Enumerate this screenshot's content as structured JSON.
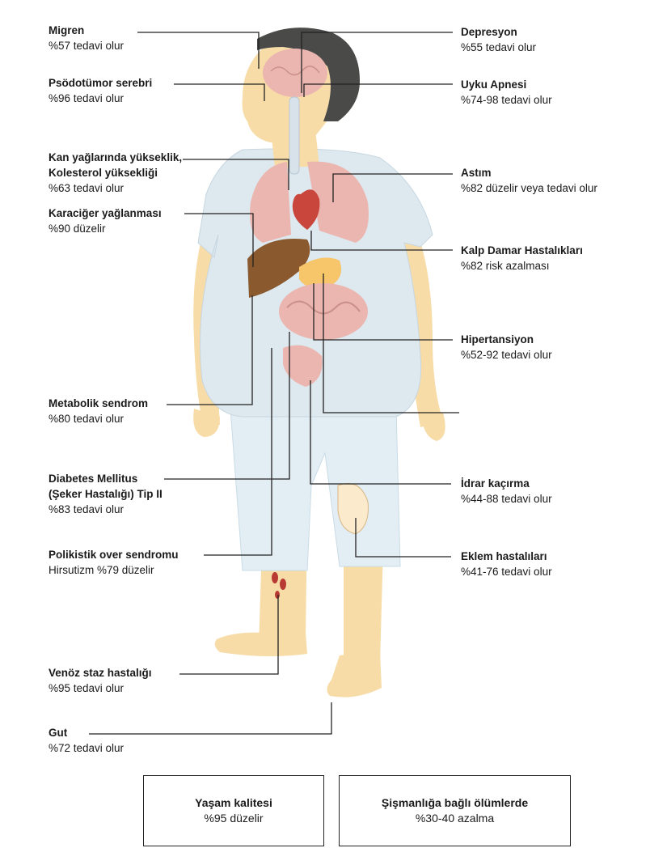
{
  "labels": {
    "migren": {
      "title": "Migren",
      "sub": "%57 tedavi olur"
    },
    "psodotumor": {
      "title": "Psödotümor serebri",
      "sub": "%96 tedavi olur"
    },
    "kolesterol": {
      "title1": "Kan yağlarında yükseklik,",
      "title2": "Kolesterol yüksekliği",
      "sub": "%63 tedavi olur"
    },
    "karaciger": {
      "title": "Karaciğer yağlanması",
      "sub": "%90 düzelir"
    },
    "metabolik": {
      "title": "Metabolik sendrom",
      "sub": "%80 tedavi olur"
    },
    "diabetes": {
      "title1": "Diabetes Mellitus",
      "title2": "(Şeker Hastalığı) Tip II",
      "sub": "%83 tedavi olur"
    },
    "polikistik": {
      "title": "Polikistik over sendromu",
      "sub": "Hirsutizm %79 düzelir"
    },
    "venoz": {
      "title": "Venöz staz hastalığı",
      "sub": "%95 tedavi olur"
    },
    "gut": {
      "title": "Gut",
      "sub": "%72 tedavi olur"
    },
    "depresyon": {
      "title": "Depresyon",
      "sub": "%55 tedavi olur"
    },
    "uyku": {
      "title": "Uyku Apnesi",
      "sub": "%74-98 tedavi olur"
    },
    "astim": {
      "title": "Astım",
      "sub": "%82 düzelir veya tedavi olur"
    },
    "kalp": {
      "title": "Kalp Damar Hastalıkları",
      "sub": "%82 risk azalması"
    },
    "hipertansiyon": {
      "title": "Hipertansiyon",
      "sub": "%52-92 tedavi olur"
    },
    "idrar": {
      "title": "İdrar kaçırma",
      "sub": "%44-88 tedavi olur"
    },
    "eklem": {
      "title": "Eklem hastalıları",
      "sub": "%41-76 tedavi olur"
    }
  },
  "boxes": {
    "yasam": {
      "title": "Yaşam kalitesi",
      "sub": "%95 düzelir"
    },
    "olum": {
      "title": "Şişmanlığa bağlı ölümlerde",
      "sub": "%30-40 azalma"
    }
  },
  "colors": {
    "skin": "#f7dca8",
    "shirt": "#dde8ef",
    "pants": "#e3eef4",
    "hair": "#4a4a48",
    "organ": "#ecb6b0",
    "heart": "#c8463c",
    "liver": "#8a5a2e",
    "line": "#222222"
  }
}
